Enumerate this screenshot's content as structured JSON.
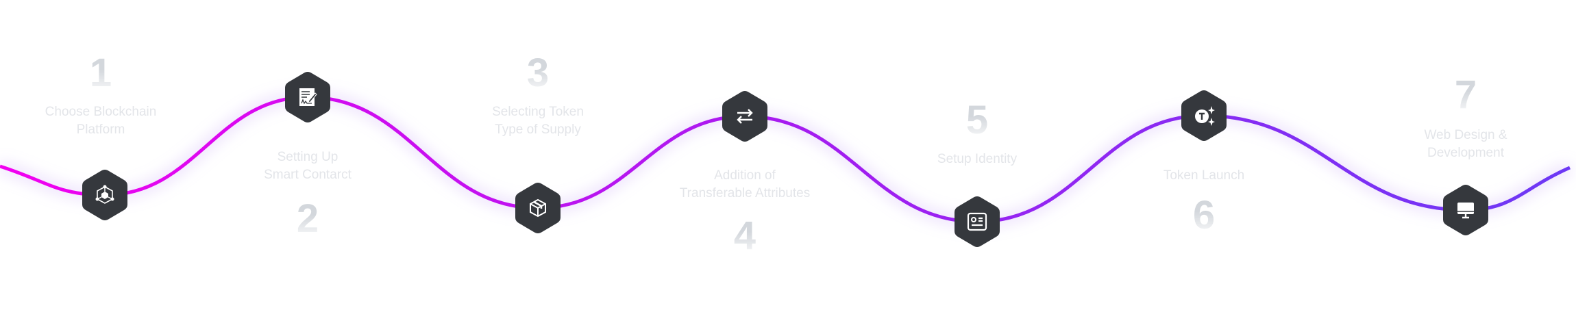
{
  "colors": {
    "curve_start": "#f200f0",
    "curve_mid": "#a61bf0",
    "curve_end": "#6d38f5",
    "node": "#35383d",
    "label": "#e3e5e9"
  },
  "steps": [
    {
      "number": "1",
      "lines": [
        "Choose Blockchain",
        "Platform"
      ],
      "icon": "blockchain-cube-icon"
    },
    {
      "number": "2",
      "lines": [
        "Setting Up",
        "Smart Contarct"
      ],
      "icon": "contract-signature-icon"
    },
    {
      "number": "3",
      "lines": [
        "Selecting Token",
        "Type of Supply"
      ],
      "icon": "package-box-icon"
    },
    {
      "number": "4",
      "lines": [
        "Addition of",
        "Transferable Attributes"
      ],
      "icon": "transfer-arrows-icon"
    },
    {
      "number": "5",
      "lines": [
        "Setup Identity"
      ],
      "icon": "id-card-icon"
    },
    {
      "number": "6",
      "lines": [
        "Token Launch"
      ],
      "icon": "token-sparkle-icon"
    },
    {
      "number": "7",
      "lines": [
        "Web Design &",
        "Development"
      ],
      "icon": "monitor-icon"
    }
  ]
}
